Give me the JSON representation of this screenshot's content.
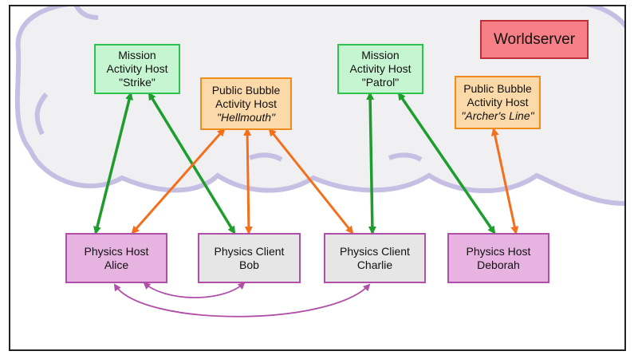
{
  "colors": {
    "cloud_fill": "#f0eff2",
    "cloud_stroke": "#c7bfe3",
    "mission_arrow": "#1d9e2c",
    "bubble_arrow": "#f46f1b",
    "peer_arrow": "#b04fa8"
  },
  "worldserver": {
    "label": "Worldserver"
  },
  "activity_hosts": [
    {
      "lines": [
        "Mission",
        "Activity Host",
        "\"Strike\""
      ]
    },
    {
      "lines": [
        "Public Bubble",
        "Activity Host",
        "\"Hellmouth\""
      ]
    },
    {
      "lines": [
        "Mission",
        "Activity Host",
        "\"Patrol\""
      ]
    },
    {
      "lines": [
        "Public Bubble",
        "Activity Host",
        "\"Archer's Line\""
      ]
    }
  ],
  "physics_nodes": [
    {
      "lines": [
        "Physics Host",
        "Alice"
      ]
    },
    {
      "lines": [
        "Physics Client",
        "Bob"
      ]
    },
    {
      "lines": [
        "Physics Client",
        "Charlie"
      ]
    },
    {
      "lines": [
        "Physics Host",
        "Deborah"
      ]
    }
  ]
}
